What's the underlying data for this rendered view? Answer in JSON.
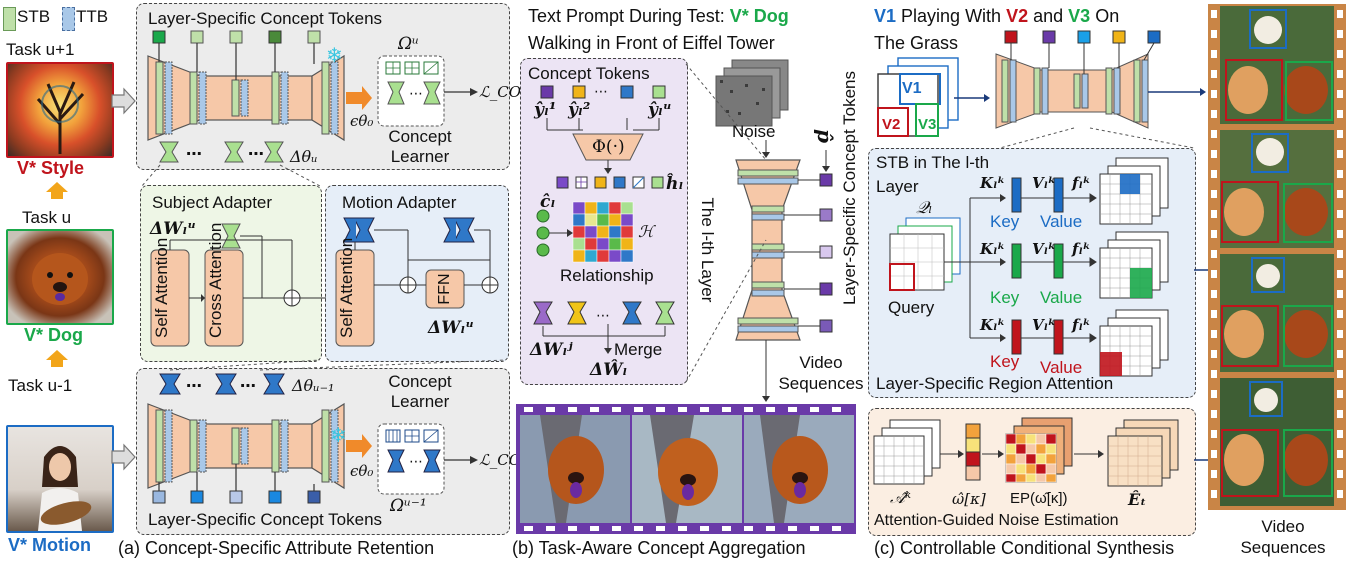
{
  "left_column": {
    "legend_stb": "STB",
    "legend_ttb": "TTB",
    "task_next": "Task u+1",
    "style_label": "V* Style",
    "task_cur": "Task u",
    "dog_label": "V* Dog",
    "task_prev": "Task u-1",
    "motion_label": "V* Motion"
  },
  "panel_a": {
    "title_top": "Layer-Specific Concept Tokens",
    "title_bottom": "Layer-Specific Concept Tokens",
    "omega_u": "Ωᵘ",
    "omega_u_1": "Ωᵘ⁻¹",
    "concept_learner": "Concept Learner",
    "concept_learner_2": "Concept Learner",
    "loss": "ℒ_COL",
    "eps": "ϵθ₀",
    "delta_theta_u": "Δθᵤ",
    "delta_theta_u1": "Δθᵤ₋₁",
    "subject_adapter": "Subject Adapter",
    "motion_adapter": "Motion Adapter",
    "delta_w_sub": "ΔWₗᵘ",
    "delta_w_mot": "ΔWₗᵘ",
    "self_attention": "Self Attention",
    "cross_attention": "Cross Attention",
    "ffn": "FFN",
    "caption": "(a) Concept-Specific Attribute Retention"
  },
  "panel_b": {
    "prompt_line1_prefix": "Text Prompt During Test: ",
    "prompt_highlight": "V* Dog",
    "prompt_line2": "Walking in Front of Eiffel Tower",
    "concept_tokens": "Concept Tokens",
    "y1": "ŷₗ¹",
    "y2": "ŷₗ²",
    "yu": "ŷₗᵘ",
    "phi": "Φ(·)",
    "h_hat": "ĥₗ",
    "c_hat": "ĉₗ",
    "H": "ℋ",
    "relationship": "Relationship",
    "delta_wj": "ΔWₗʲ",
    "merge": "Merge",
    "delta_w_hat": "ΔŴₗ",
    "noise": "Noise",
    "layer_label": "The l-th Layer",
    "p_hat": "p̂",
    "video_seq": "Video Sequences",
    "side_label": "Layer-Specific Concept Tokens",
    "caption": "(b) Task-Aware Concept Aggregation"
  },
  "panel_c": {
    "prompt_v1": "V1",
    "prompt_mid1": " Playing With ",
    "prompt_v2": "V2",
    "prompt_mid2": " and ",
    "prompt_v3": "V3",
    "prompt_end": " On",
    "prompt_line2": "The Grass",
    "v1": "V1",
    "v2": "V2",
    "v3": "V3",
    "stb_title": "STB in The l-th Layer",
    "q": "𝒬ₗ",
    "query": "Query",
    "k": "Kₗᵏ",
    "v": "Vₗᵏ",
    "f": "fₗᵏ",
    "key": "Key",
    "value": "Value",
    "region_attention": "Layer-Specific Region Attention",
    "a_hat": "𝒜̂ᵏ",
    "omega_k": "ω̂[κ]",
    "ep": "EP(ω̂[κ])",
    "e_hat": "Êₜ",
    "noise_est": "Attention-Guided Noise Estimation",
    "caption": "(c) Controllable Conditional Synthesis"
  },
  "film": {
    "video_sequences": "Video Sequences"
  },
  "colors": {
    "green": "#1aa84a",
    "red": "#c0141c",
    "blue": "#1c6cc4",
    "unet": "#f6c8a8",
    "stb": "#bfe0a9",
    "ttb": "#a9c8e8",
    "panel_bg": "#ececec",
    "purple_bg": "#ece4f4",
    "blue_bg": "#e6eef8",
    "peach_bg": "#fbeee2",
    "film": "#c98546"
  }
}
